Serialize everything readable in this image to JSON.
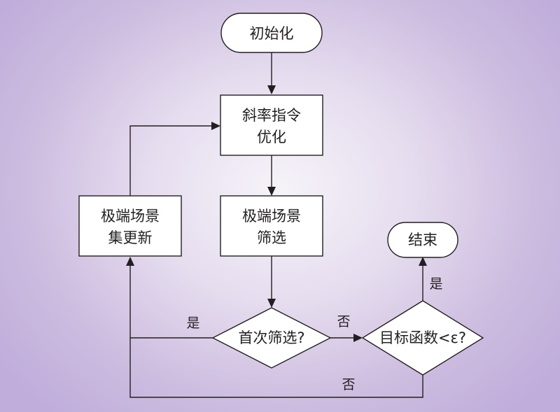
{
  "title": "",
  "nodes": {
    "init": "初始化",
    "slope_opt_line1": "斜率指令",
    "slope_opt_line2": "优化",
    "screening_line1": "极端场景",
    "screening_line2": "筛选",
    "update_line1": "极端场景",
    "update_line2": "集更新",
    "first_screen_q": "首次筛选?",
    "objective_q": "目标函数<ε?",
    "end": "结束"
  },
  "edge_labels": {
    "first_yes": "是",
    "first_no": "否",
    "obj_yes": "是",
    "obj_no": "否"
  },
  "colors": {
    "line": "#231f20",
    "box_fill": "#ffffff",
    "bg_center": "#f6f3f9",
    "bg_edge": "#c0addb"
  }
}
